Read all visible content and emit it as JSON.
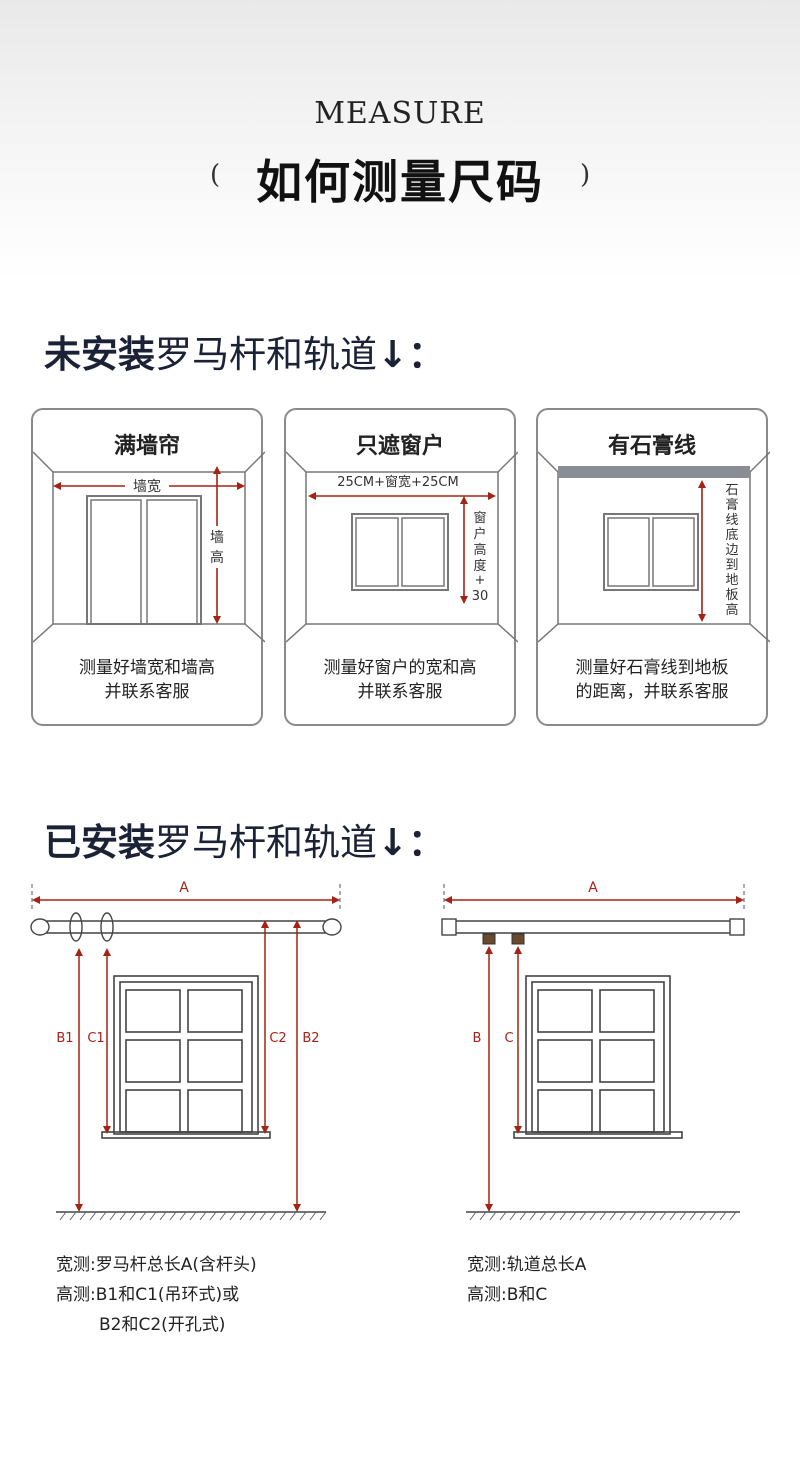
{
  "header": {
    "measure_word": "MEASURE",
    "title": "如何测量尺码",
    "paren_left": "(",
    "paren_right": ")"
  },
  "section1": {
    "title_bold": "未安装",
    "title_rest": "罗马杆和轨道",
    "title_end": "↓：",
    "cards": [
      {
        "title": "满墙帘",
        "width_label": "墙宽",
        "height_label": [
          "墙",
          "高"
        ],
        "text": [
          "测量好墙宽和墙高",
          "并联系客服"
        ]
      },
      {
        "title": "只遮窗户",
        "width_label": "25CM+窗宽+25CM",
        "height_label": [
          "窗",
          "户",
          "高",
          "度",
          "+",
          "30"
        ],
        "text": [
          "测量好窗户的宽和高",
          "并联系客服"
        ]
      },
      {
        "title": "有石膏线",
        "height_label": [
          "石",
          "膏",
          "线",
          "底",
          "边",
          "到",
          "地",
          "板",
          "高"
        ],
        "text": [
          "测量好石膏线到地板",
          "的距离，并联系客服"
        ]
      }
    ]
  },
  "section2": {
    "title_bold": "已安装",
    "title_rest": "罗马杆和轨道",
    "title_end": "↓：",
    "rod": {
      "labels": {
        "a": "A",
        "b1": "B1",
        "c1": "C1",
        "c2": "C2",
        "b2": "B2"
      },
      "desc": [
        "宽测:罗马杆总长A(含杆头)",
        "高测:B1和C1(吊环式)或",
        "B2和C2(开孔式)"
      ]
    },
    "track": {
      "labels": {
        "a": "A",
        "b": "B",
        "c": "C"
      },
      "desc": [
        "宽测:轨道总长A",
        "高测:B和C"
      ]
    }
  },
  "colors": {
    "accent_red": "#a52217",
    "border_gray": "#8a8a8a",
    "title_navy": "#1b2235"
  }
}
